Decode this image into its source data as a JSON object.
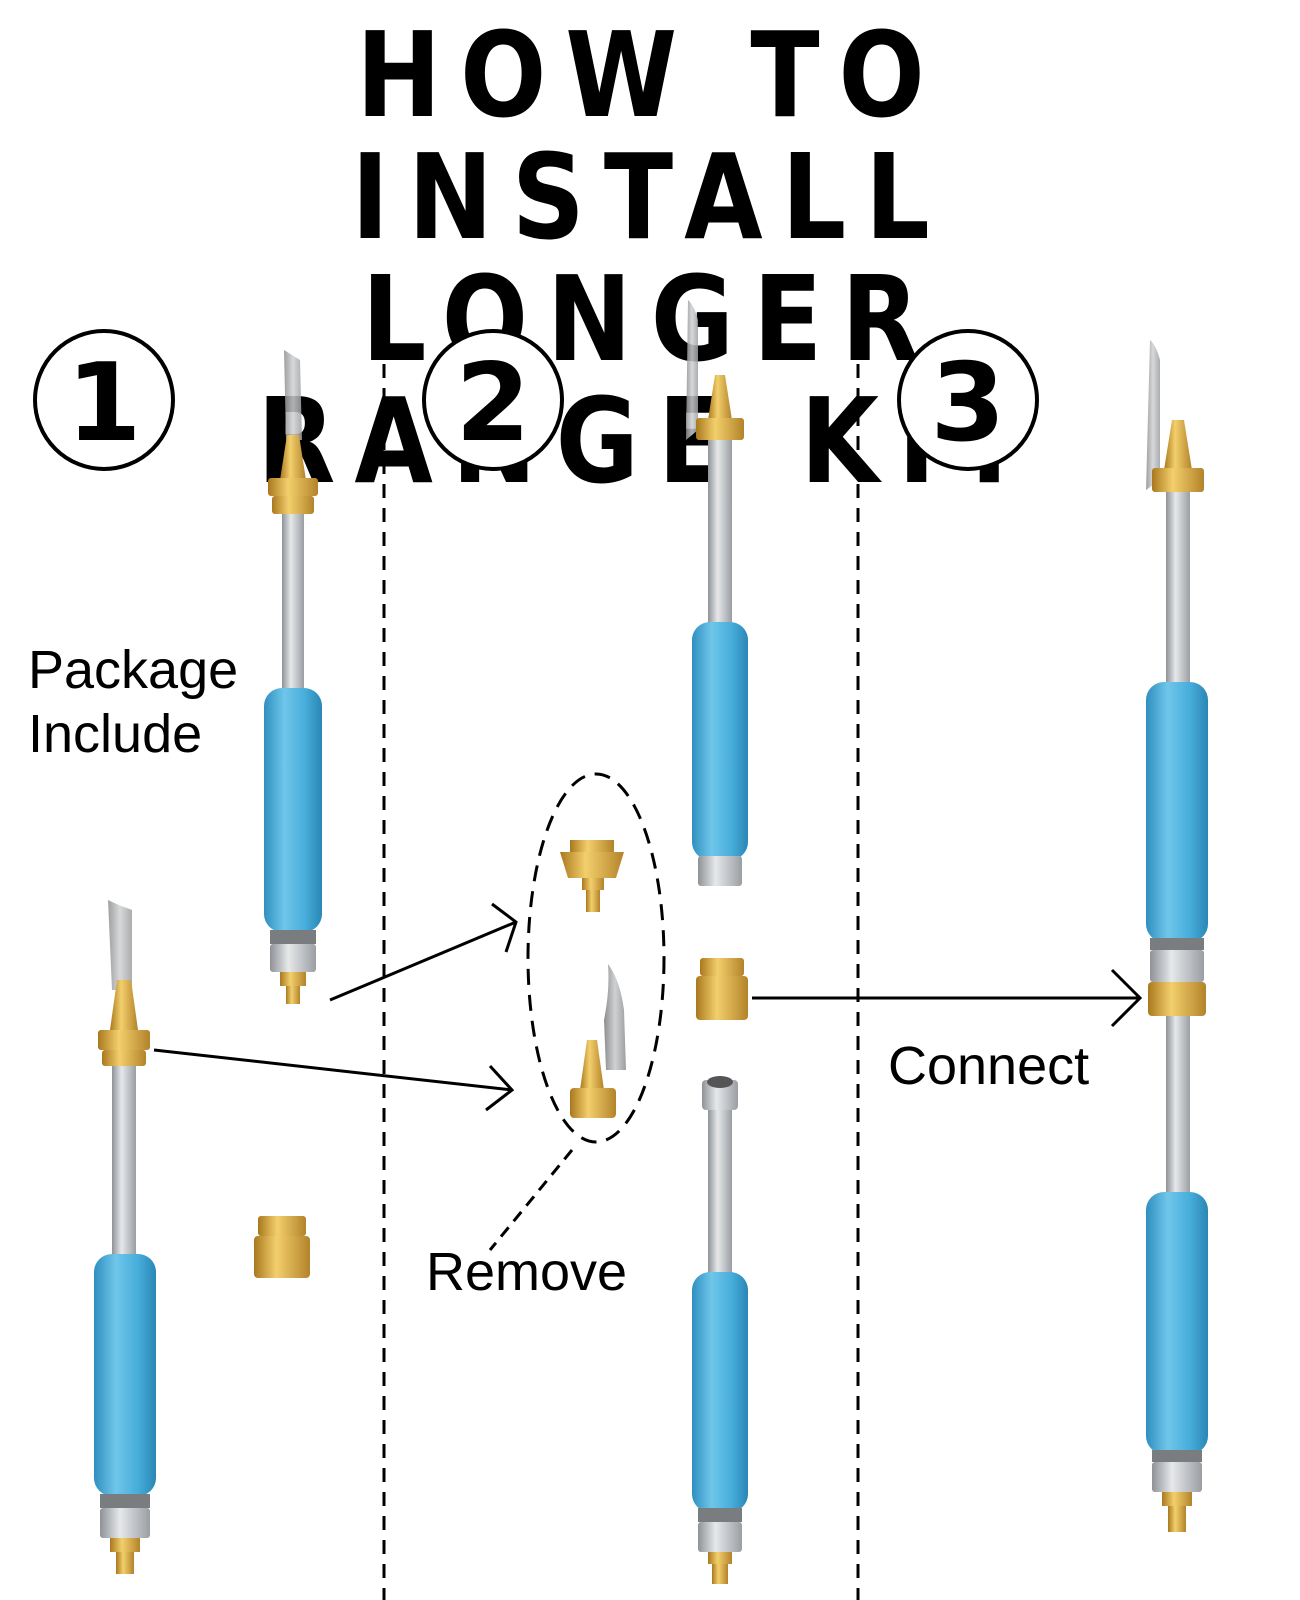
{
  "title": {
    "line1": "HOW TO INSTALL",
    "line2": "LONGER RANGE KIT"
  },
  "steps": [
    {
      "number": "1"
    },
    {
      "number": "2"
    },
    {
      "number": "3"
    }
  ],
  "labels": {
    "package_line1": "Package",
    "package_line2": "Include",
    "remove": "Remove",
    "connect": "Connect"
  },
  "colors": {
    "handle_blue": "#4fb3dc",
    "brass": "#d8a53a",
    "steel": "#b9bcc0",
    "line": "#000000"
  }
}
